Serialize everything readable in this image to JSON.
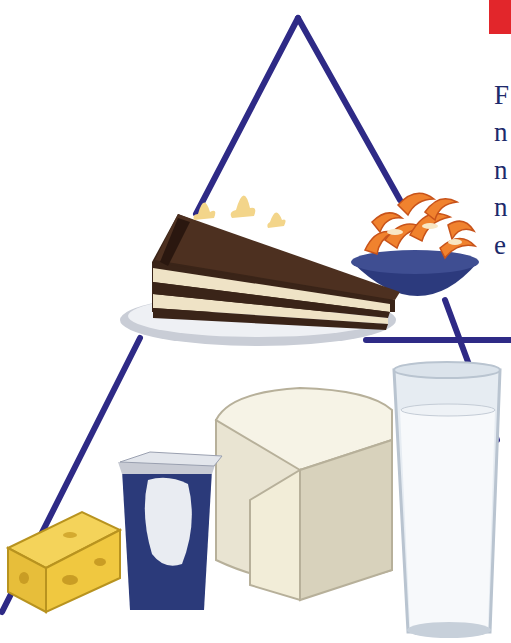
{
  "diagram": {
    "labels": [
      "F",
      "n",
      "n",
      "n",
      "e"
    ]
  }
}
